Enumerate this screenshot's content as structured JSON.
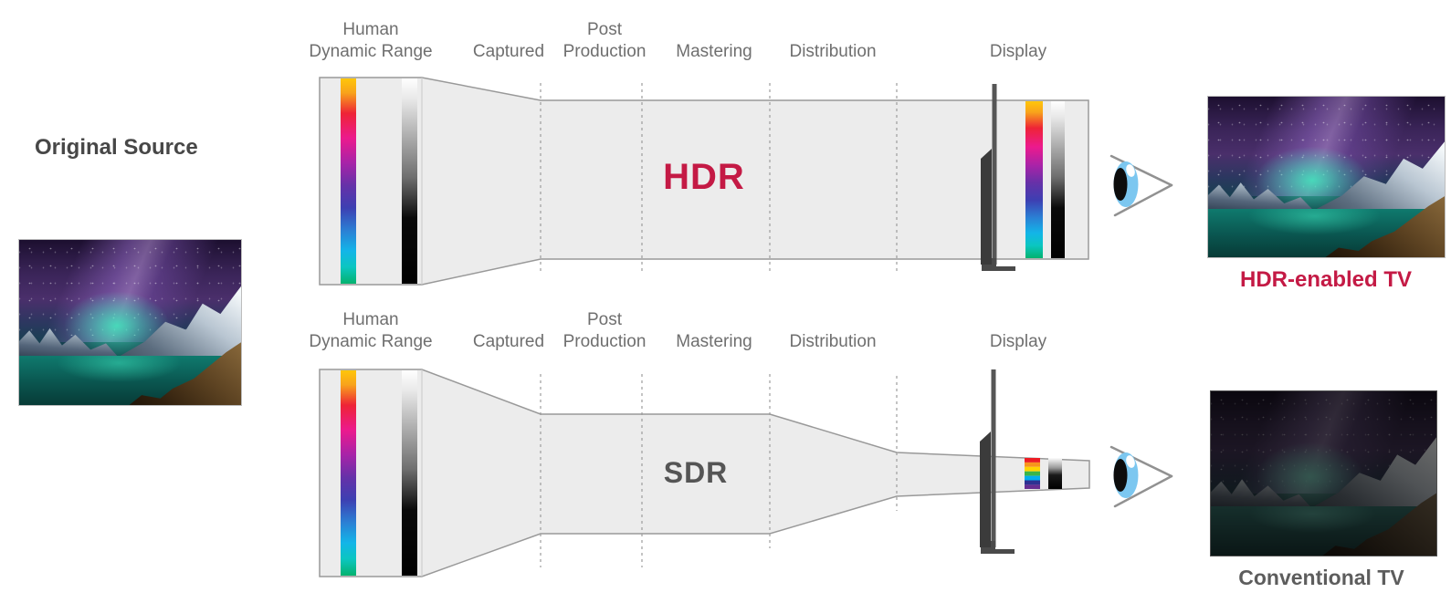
{
  "title_left": "Original Source",
  "pipeline": {
    "human_range": {
      "line1": "Human",
      "line2": "Dynamic Range"
    },
    "stages": [
      "Captured",
      "Post Production",
      "Mastering",
      "Distribution",
      "Display"
    ]
  },
  "top_row": {
    "band_label": "HDR",
    "result_label": "HDR-enabled TV"
  },
  "bottom_row": {
    "band_label": "SDR",
    "result_label": "Conventional TV"
  },
  "icons": {
    "display_device": "tv-side-profile-icon",
    "viewer": "eye-icon",
    "gamut_bar": "rainbow-gradient-bar",
    "luminance_bar": "grayscale-gradient-bar"
  },
  "colors": {
    "hdr_red": "#c41a45",
    "sdr_gray": "#555555",
    "stage_label_gray": "#6f6f6f",
    "funnel_fill": "#ececec",
    "funnel_stroke": "#999999",
    "conventional_label_gray": "#5d5d5d",
    "eye_iris_blue": "#7cc7f0",
    "tv_body_gray": "#3b3b3b"
  }
}
